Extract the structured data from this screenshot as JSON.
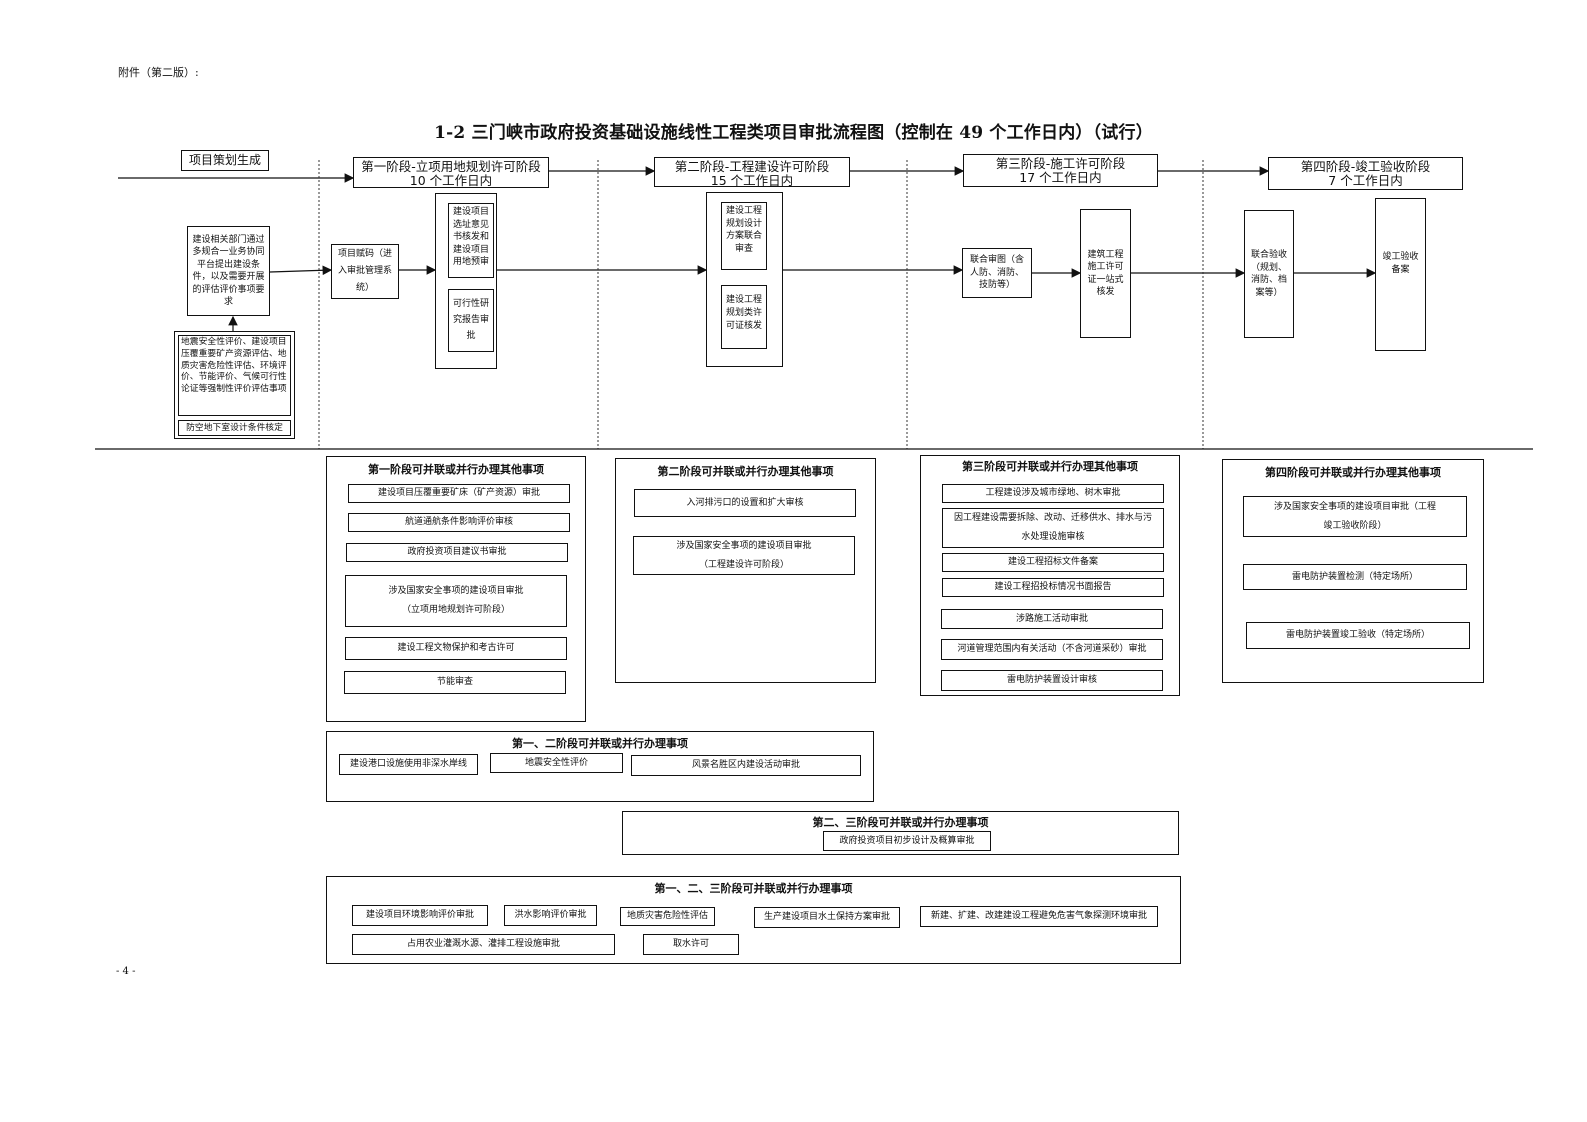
{
  "header_note": "附件（第二版）:",
  "title": "1-2 三门峡市政府投资基础设施线性工程类项目审批流程图（控制在 49 个工作日内）（试行）",
  "page_number": "- 4 -",
  "start_label": "项目策划生成",
  "stages": [
    {
      "name": "第一阶段-立项用地规划许可阶段",
      "days": "10 个工作日内"
    },
    {
      "name": "第二阶段-工程建设许可阶段",
      "days": "15 个工作日内"
    },
    {
      "name": "第三阶段-施工许可阶段",
      "days": "17 个工作日内"
    },
    {
      "name": "第四阶段-竣工验收阶段",
      "days": "7 个工作日内"
    }
  ],
  "flow": {
    "pre_requirement": "建设相关部门通过多规合一业务协同平台提出建设条件，以及需要开展的评估评价事项要求",
    "evaluations": "地震安全性评价、建设项目压覆重要矿产资源评估、地质灾害危险性评估、环境评价、节能评价、气候可行性论证等强制性评价评估事项",
    "civil_defense": "防空地下室设计条件核定",
    "project_code": "项目赋码（进入审批管理系统）",
    "s1_site": "建设项目选址意见书核发和建设项目用地预审",
    "s1_feasibility": "可行性研究报告审批",
    "s2_plan": "建设工程规划设计方案联合审查",
    "s2_permit": "建设工程规划类许可证核发",
    "s3_review": "联合审图（含人防、消防、技防等）",
    "s3_permit": "建筑工程施工许可证一站式核发",
    "s4_accept": "联合验收（规划、消防、档案等）",
    "s4_record": "竣工验收备案"
  },
  "parallel": {
    "stage1": {
      "title": "第一阶段可并联或并行办理其他事项",
      "items": [
        "建设项目压覆重要矿床（矿产资源）审批",
        "航道通航条件影响评价审核",
        "政府投资项目建议书审批",
        "涉及国家安全事项的建设项目审批（立项用地规划许可阶段）",
        "建设工程文物保护和考古许可",
        "节能审查"
      ]
    },
    "stage2": {
      "title": "第二阶段可并联或并行办理其他事项",
      "items": [
        "入河排污口的设置和扩大审核",
        "涉及国家安全事项的建设项目审批（工程建设许可阶段）"
      ]
    },
    "stage3": {
      "title": "第三阶段可并联或并行办理其他事项",
      "items": [
        "工程建设涉及城市绿地、树木审批",
        "因工程建设需要拆除、改动、迁移供水、排水与污水处理设施审核",
        "建设工程招标文件备案",
        "建设工程招投标情况书面报告",
        "涉路施工活动审批",
        "河道管理范围内有关活动（不含河道采砂）审批",
        "雷电防护装置设计审核"
      ]
    },
    "stage4": {
      "title": "第四阶段可并联或并行办理其他事项",
      "items": [
        "涉及国家安全事项的建设项目审批（工程竣工验收阶段）",
        "雷电防护装置检测（特定场所）",
        "雷电防护装置竣工验收（特定场所）"
      ]
    },
    "stage12": {
      "title": "第一、二阶段可并联或并行办理事项",
      "items": [
        "建设港口设施使用非深水岸线",
        "地震安全性评价",
        "风景名胜区内建设活动审批"
      ]
    },
    "stage23": {
      "title": "第二、三阶段可并联或并行办理事项",
      "items": [
        "政府投资项目初步设计及概算审批"
      ]
    },
    "stage123": {
      "title": "第一、二、三阶段可并联或并行办理事项",
      "items": [
        "建设项目环境影响评价审批",
        "洪水影响评价审批",
        "地质灾害危险性评估",
        "生产建设项目水土保持方案审批",
        "新建、扩建、改建建设工程避免危害气象探测环境审批",
        "占用农业灌溉水源、灌排工程设施审批",
        "取水许可"
      ]
    }
  }
}
